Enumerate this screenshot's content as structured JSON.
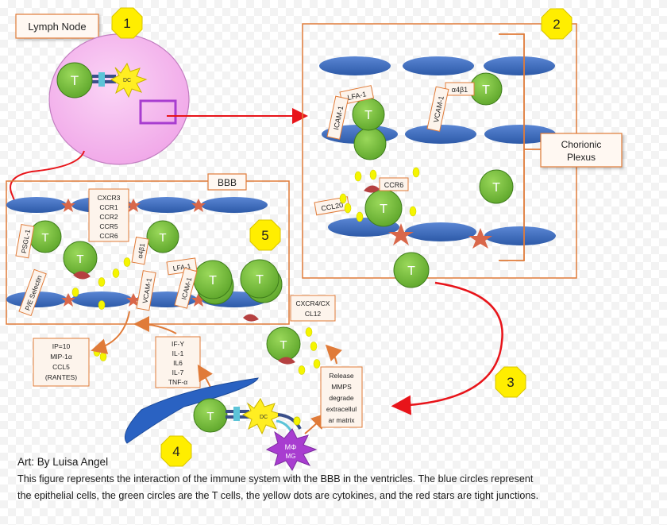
{
  "labels": {
    "lymph_node": "Lymph Node",
    "bbb": "BBB",
    "chorionic_plexus": [
      "Chorionic",
      "Plexus"
    ],
    "t_cell": "T",
    "dc": "DC",
    "mphi": "MΦ",
    "mg": "MG"
  },
  "badges": [
    "1",
    "2",
    "3",
    "4",
    "5"
  ],
  "receptors": {
    "lfa1": "LFA-1",
    "icam1": "ICAM-1",
    "a4b1": "α4β1",
    "vcam1": "VCAM-1",
    "ccr6": "CCR6",
    "ccl20": "CCL20",
    "psgl1": "PSGL-1",
    "pe_selectin": "P/E Selectin"
  },
  "lists": {
    "chemokine_receptors": [
      "CXCR3",
      "CCR1",
      "CCR2",
      "CCR5",
      "CCR6"
    ],
    "cxcr4": [
      "CXCR4/CX",
      "CL12"
    ],
    "chemokines": [
      "IP=10",
      "MIP-1α",
      "CCL5",
      "(RANTES)"
    ],
    "cytokines": [
      "IF-Y",
      "IL-1",
      "IL6",
      "IL-7",
      "TNF-α"
    ],
    "release": [
      "Release",
      "MMPS",
      "degrade",
      "extracellul",
      "ar matrix"
    ]
  },
  "caption": {
    "credit": "Art: By Luisa Angel",
    "line1": "This figure represents the interaction of the immune system with the BBB in the ventricles. The blue circles represent",
    "line2": "the epithelial cells, the green circles are the T cells, the yellow dots are cytokines, and the red stars are tight junctions."
  },
  "colors": {
    "t_cell": "#7cc23c",
    "epithelial": "#3f6fbf",
    "tight_junction": "#d9674a",
    "cytokine": "#f5f500",
    "lymph_node": "#f5b8ee",
    "dc": "#ffee22",
    "macrophage": "#a83dd0",
    "box_border": "#e07b39",
    "arrow_red": "#e8141a"
  }
}
